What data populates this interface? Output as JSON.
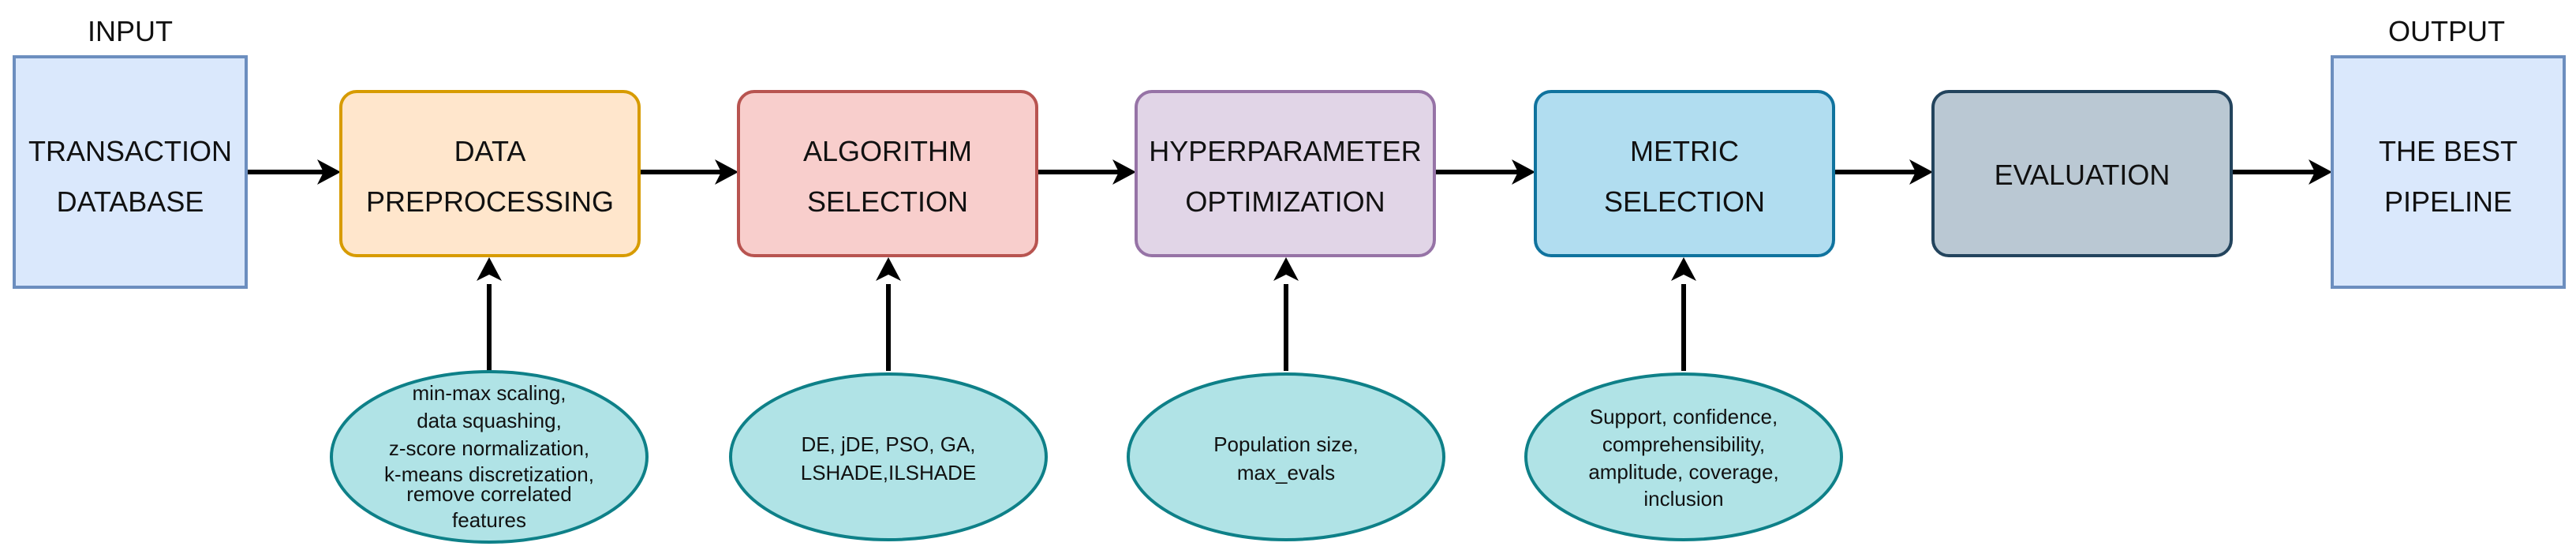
{
  "labels": {
    "input": "INPUT",
    "output": "OUTPUT"
  },
  "boxes": [
    {
      "id": "transaction-database",
      "lines": [
        "TRANSACTION",
        "DATABASE"
      ],
      "fill": "#dae8fc",
      "stroke": "#6c8ebf"
    },
    {
      "id": "data-preprocessing",
      "lines": [
        "DATA",
        "PREPROCESSING"
      ],
      "fill": "#ffe6cc",
      "stroke": "#d79b00"
    },
    {
      "id": "algorithm-selection",
      "lines": [
        "ALGORITHM",
        "SELECTION"
      ],
      "fill": "#f8cecc",
      "stroke": "#b85450"
    },
    {
      "id": "hyperparameter-optimization",
      "lines": [
        "HYPERPARAMETER",
        "OPTIMIZATION"
      ],
      "fill": "#e1d5e7",
      "stroke": "#9673a6"
    },
    {
      "id": "metric-selection",
      "lines": [
        "METRIC",
        "SELECTION"
      ],
      "fill": "#b1ddf0",
      "stroke": "#10739e"
    },
    {
      "id": "evaluation",
      "lines": [
        "EVALUATION"
      ],
      "fill": "#bac8d3",
      "stroke": "#23445d"
    },
    {
      "id": "best-pipeline",
      "lines": [
        "THE BEST",
        "PIPELINE"
      ],
      "fill": "#dae8fc",
      "stroke": "#6c8ebf"
    }
  ],
  "ellipses": [
    {
      "id": "preprocessing-options",
      "lines": [
        "min-max scaling,",
        "data squashing,",
        "z-score normalization,",
        "k-means discretization,",
        "remove correlated",
        "features"
      ]
    },
    {
      "id": "algorithm-options",
      "lines": [
        "DE, jDE, PSO, GA,",
        "LSHADE,ILSHADE"
      ]
    },
    {
      "id": "hyperparameter-options",
      "lines": [
        "Population size,",
        "max_evals"
      ]
    },
    {
      "id": "metric-options",
      "lines": [
        "Support, confidence,",
        "comprehensibility,",
        "amplitude, coverage,",
        "inclusion"
      ]
    }
  ],
  "colors": {
    "ellipse_fill": "#b0e3e6",
    "ellipse_stroke": "#0e8088",
    "arrow": "#000000"
  }
}
